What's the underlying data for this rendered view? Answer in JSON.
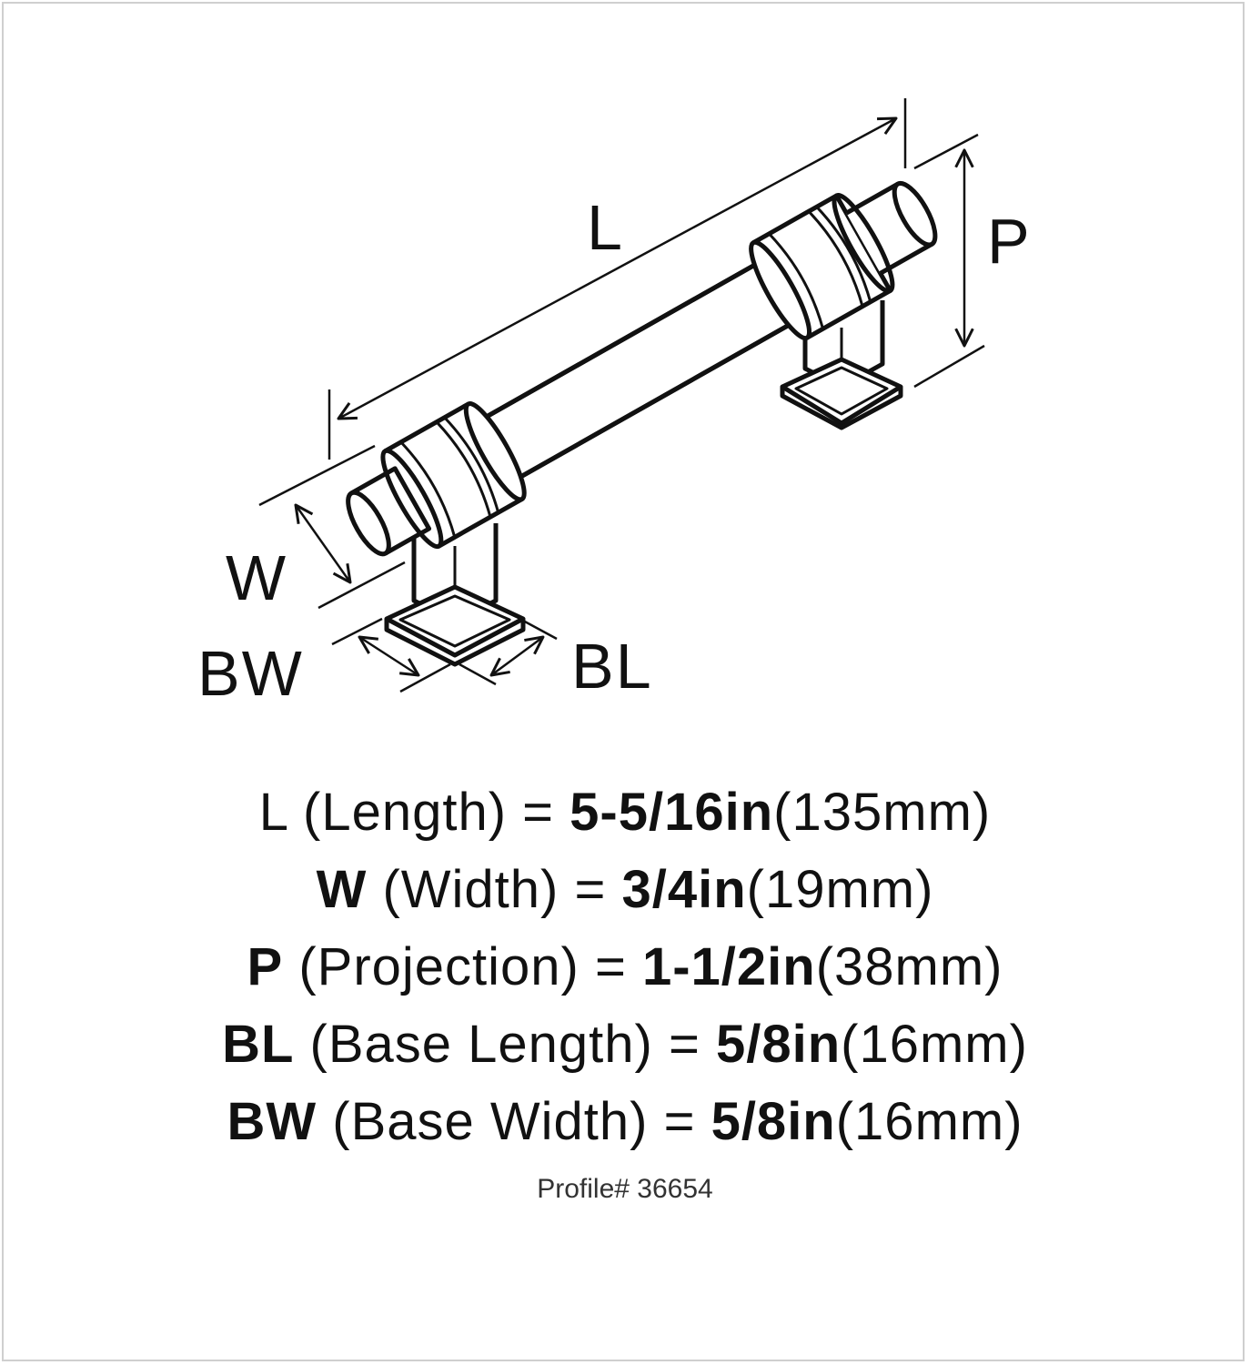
{
  "diagram": {
    "labels": {
      "length": "L",
      "projection": "P",
      "width": "W",
      "base_width": "BW",
      "base_length": "BL"
    }
  },
  "specs": [
    {
      "key": "L",
      "desc": "(Length) = ",
      "imperial": "5-5/16in",
      "metric": "(135mm)"
    },
    {
      "key": "W",
      "desc": "(Width) = ",
      "imperial": "3/4in",
      "metric": "(19mm)"
    },
    {
      "key": "P",
      "desc": "(Projection) = ",
      "imperial": "1-1/2in",
      "metric": "(38mm)"
    },
    {
      "key": "BL",
      "desc": "(Base Length) = ",
      "imperial": "5/8in",
      "metric": "(16mm)"
    },
    {
      "key": "BW",
      "desc": "(Base Width) = ",
      "imperial": "5/8in",
      "metric": "(16mm)"
    }
  ],
  "profile": "Profile# 36654"
}
